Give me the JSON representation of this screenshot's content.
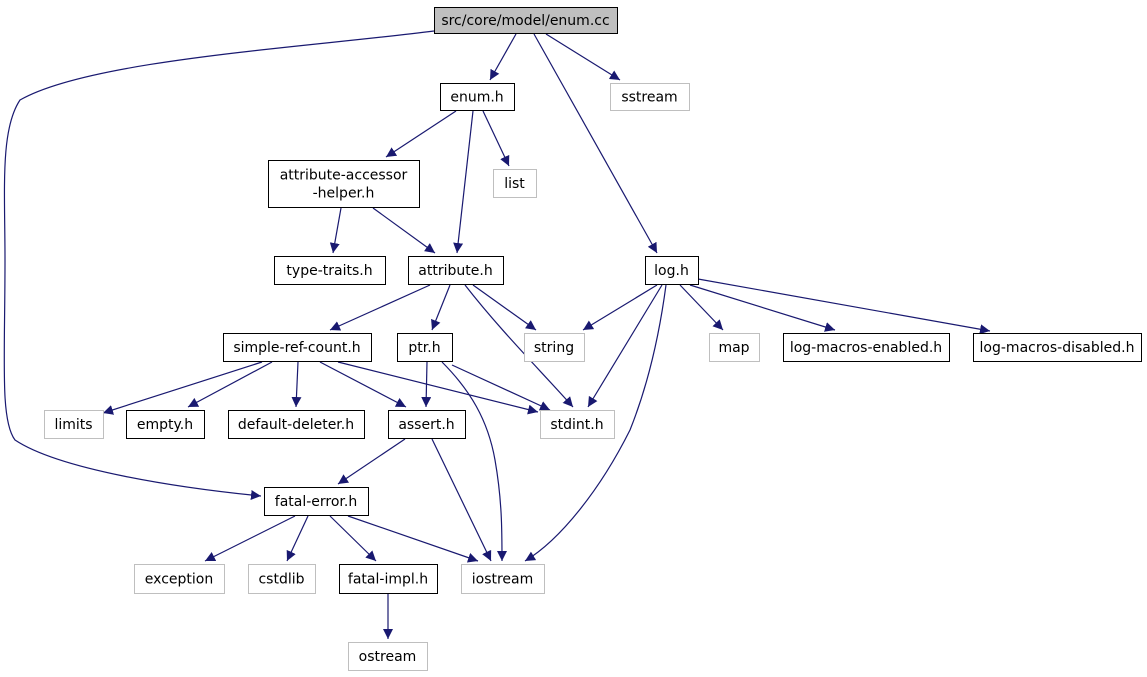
{
  "colors": {
    "edge": "#191970",
    "local_border": "#000000",
    "system_border": "#bfbfbf",
    "root_fill": "#bfbfbf",
    "node_fill": "#ffffff"
  },
  "nodes": [
    {
      "id": "enum_cc",
      "lines": [
        "src/core/model/enum.cc"
      ],
      "kind": "root"
    },
    {
      "id": "enum_h",
      "lines": [
        "enum.h"
      ],
      "kind": "local"
    },
    {
      "id": "sstream",
      "lines": [
        "sstream"
      ],
      "kind": "system"
    },
    {
      "id": "attr_acc",
      "lines": [
        "attribute-accessor",
        "-helper.h"
      ],
      "kind": "local"
    },
    {
      "id": "list",
      "lines": [
        "list"
      ],
      "kind": "system"
    },
    {
      "id": "type_traits",
      "lines": [
        "type-traits.h"
      ],
      "kind": "local"
    },
    {
      "id": "attribute_h",
      "lines": [
        "attribute.h"
      ],
      "kind": "local"
    },
    {
      "id": "log_h",
      "lines": [
        "log.h"
      ],
      "kind": "local"
    },
    {
      "id": "simple_ref",
      "lines": [
        "simple-ref-count.h"
      ],
      "kind": "local"
    },
    {
      "id": "ptr_h",
      "lines": [
        "ptr.h"
      ],
      "kind": "local"
    },
    {
      "id": "string",
      "lines": [
        "string"
      ],
      "kind": "system"
    },
    {
      "id": "map",
      "lines": [
        "map"
      ],
      "kind": "system"
    },
    {
      "id": "log_en",
      "lines": [
        "log-macros-enabled.h"
      ],
      "kind": "local"
    },
    {
      "id": "log_dis",
      "lines": [
        "log-macros-disabled.h"
      ],
      "kind": "local"
    },
    {
      "id": "limits",
      "lines": [
        "limits"
      ],
      "kind": "system"
    },
    {
      "id": "empty_h",
      "lines": [
        "empty.h"
      ],
      "kind": "local"
    },
    {
      "id": "def_del",
      "lines": [
        "default-deleter.h"
      ],
      "kind": "local"
    },
    {
      "id": "assert_h",
      "lines": [
        "assert.h"
      ],
      "kind": "local"
    },
    {
      "id": "stdint_h",
      "lines": [
        "stdint.h"
      ],
      "kind": "system"
    },
    {
      "id": "fatal_err",
      "lines": [
        "fatal-error.h"
      ],
      "kind": "local"
    },
    {
      "id": "exception",
      "lines": [
        "exception"
      ],
      "kind": "system"
    },
    {
      "id": "cstdlib",
      "lines": [
        "cstdlib"
      ],
      "kind": "system"
    },
    {
      "id": "fatal_impl",
      "lines": [
        "fatal-impl.h"
      ],
      "kind": "local"
    },
    {
      "id": "iostream",
      "lines": [
        "iostream"
      ],
      "kind": "system"
    },
    {
      "id": "ostream",
      "lines": [
        "ostream"
      ],
      "kind": "system"
    }
  ],
  "edges": [
    {
      "from": "enum_cc",
      "to": "enum_h"
    },
    {
      "from": "enum_cc",
      "to": "sstream"
    },
    {
      "from": "enum_cc",
      "to": "log_h"
    },
    {
      "from": "enum_cc",
      "to": "fatal_err"
    },
    {
      "from": "enum_h",
      "to": "attr_acc"
    },
    {
      "from": "enum_h",
      "to": "list"
    },
    {
      "from": "enum_h",
      "to": "attribute_h"
    },
    {
      "from": "attr_acc",
      "to": "type_traits"
    },
    {
      "from": "attr_acc",
      "to": "attribute_h"
    },
    {
      "from": "attribute_h",
      "to": "simple_ref"
    },
    {
      "from": "attribute_h",
      "to": "ptr_h"
    },
    {
      "from": "attribute_h",
      "to": "string"
    },
    {
      "from": "attribute_h",
      "to": "stdint_h"
    },
    {
      "from": "log_h",
      "to": "string"
    },
    {
      "from": "log_h",
      "to": "map"
    },
    {
      "from": "log_h",
      "to": "log_en"
    },
    {
      "from": "log_h",
      "to": "log_dis"
    },
    {
      "from": "log_h",
      "to": "stdint_h"
    },
    {
      "from": "log_h",
      "to": "iostream"
    },
    {
      "from": "simple_ref",
      "to": "limits"
    },
    {
      "from": "simple_ref",
      "to": "empty_h"
    },
    {
      "from": "simple_ref",
      "to": "def_del"
    },
    {
      "from": "simple_ref",
      "to": "assert_h"
    },
    {
      "from": "simple_ref",
      "to": "stdint_h"
    },
    {
      "from": "ptr_h",
      "to": "assert_h"
    },
    {
      "from": "ptr_h",
      "to": "stdint_h"
    },
    {
      "from": "ptr_h",
      "to": "iostream"
    },
    {
      "from": "assert_h",
      "to": "fatal_err"
    },
    {
      "from": "assert_h",
      "to": "iostream"
    },
    {
      "from": "fatal_err",
      "to": "exception"
    },
    {
      "from": "fatal_err",
      "to": "cstdlib"
    },
    {
      "from": "fatal_err",
      "to": "fatal_impl"
    },
    {
      "from": "fatal_err",
      "to": "iostream"
    },
    {
      "from": "fatal_impl",
      "to": "ostream"
    }
  ]
}
